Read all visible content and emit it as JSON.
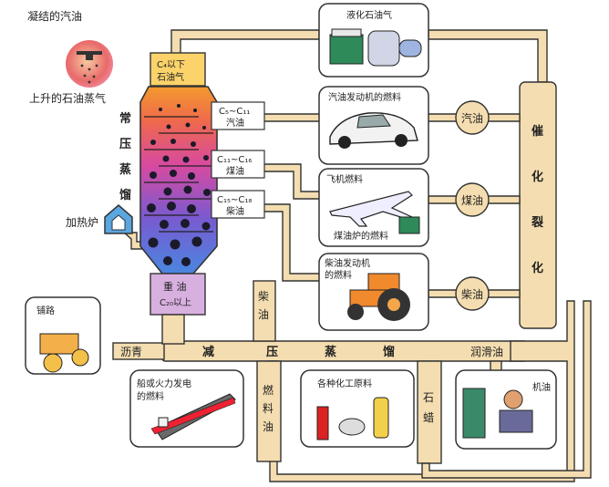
{
  "labels": {
    "condensed_oil": "凝结的汽油",
    "rising_vapor": "上升的石油蒸气",
    "tower_title": [
      "常",
      "压",
      "蒸",
      "馏"
    ],
    "heater": "加热炉",
    "c4_top": "C₄以下",
    "c4_bottom": "石油气",
    "c5_top": "C₅~C₁₁",
    "c5_bottom": "汽油",
    "c11_top": "C₁₁~C₁₆",
    "c11_bottom": "煤油",
    "c15_top": "C₁₅~C₁₈",
    "c15_bottom": "柴油",
    "heavy_top": "重 油",
    "heavy_bottom": "C₂₀以上",
    "lpg": "液化石油气",
    "gasoline_fuel": "汽油发动机的燃料",
    "jet_fuel": "飞机燃料",
    "stove_fuel": "煤油炉的燃料",
    "diesel_fuel_1": "柴油发动机",
    "diesel_fuel_2": "的燃料",
    "cracking": [
      "催",
      "化",
      "裂",
      "化"
    ],
    "gasoline": "汽油",
    "kerosene": "煤油",
    "diesel": "柴油",
    "diesel_vertical": [
      "柴",
      "油"
    ],
    "vacuum": [
      "减",
      "压",
      "蒸",
      "馏"
    ],
    "asphalt": "沥青",
    "lube": "润滑油",
    "road": "铺路",
    "ship_fuel_1": "船或火力发电",
    "ship_fuel_2": "的燃料",
    "fuel_oil": [
      "燃",
      "料",
      "油"
    ],
    "chem": "各种化工原料",
    "wax": [
      "石",
      "蜡"
    ],
    "engine_oil": "机油"
  },
  "colors": {
    "pipe": "#f4ddb0",
    "tower_top": "#f08a2c",
    "tower_mid": "#d04aa0",
    "tower_bottom": "#4a7ad8",
    "heater": "#5aa6e0"
  }
}
